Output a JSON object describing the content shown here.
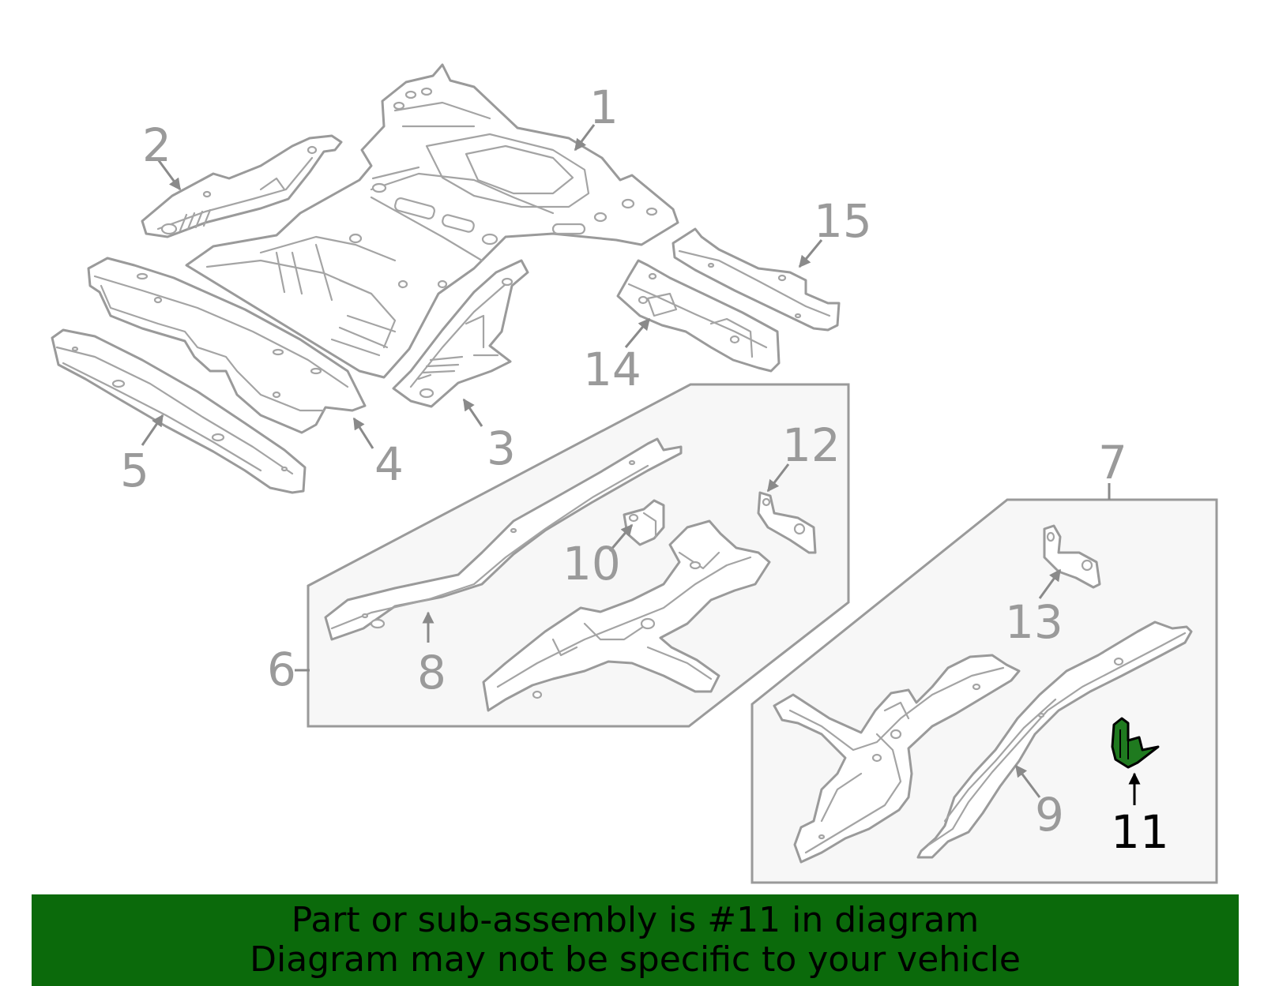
{
  "callouts": {
    "c1": "1",
    "c2": "2",
    "c3": "3",
    "c4": "4",
    "c5": "5",
    "c6": "6",
    "c7": "7",
    "c8": "8",
    "c9": "9",
    "c10": "10",
    "c11": "11",
    "c12": "12",
    "c13": "13",
    "c14": "14",
    "c15": "15"
  },
  "highlight_part": "11",
  "colors": {
    "line_art": "#9a9a9a",
    "highlight_fill": "#1f7a1f",
    "banner_bg": "#0b6a0b",
    "group_box_fill": "#f7f7f7"
  },
  "banner": {
    "line1": "Part or sub-assembly is #11 in diagram",
    "line2": "Diagram may not be specific to your vehicle"
  }
}
